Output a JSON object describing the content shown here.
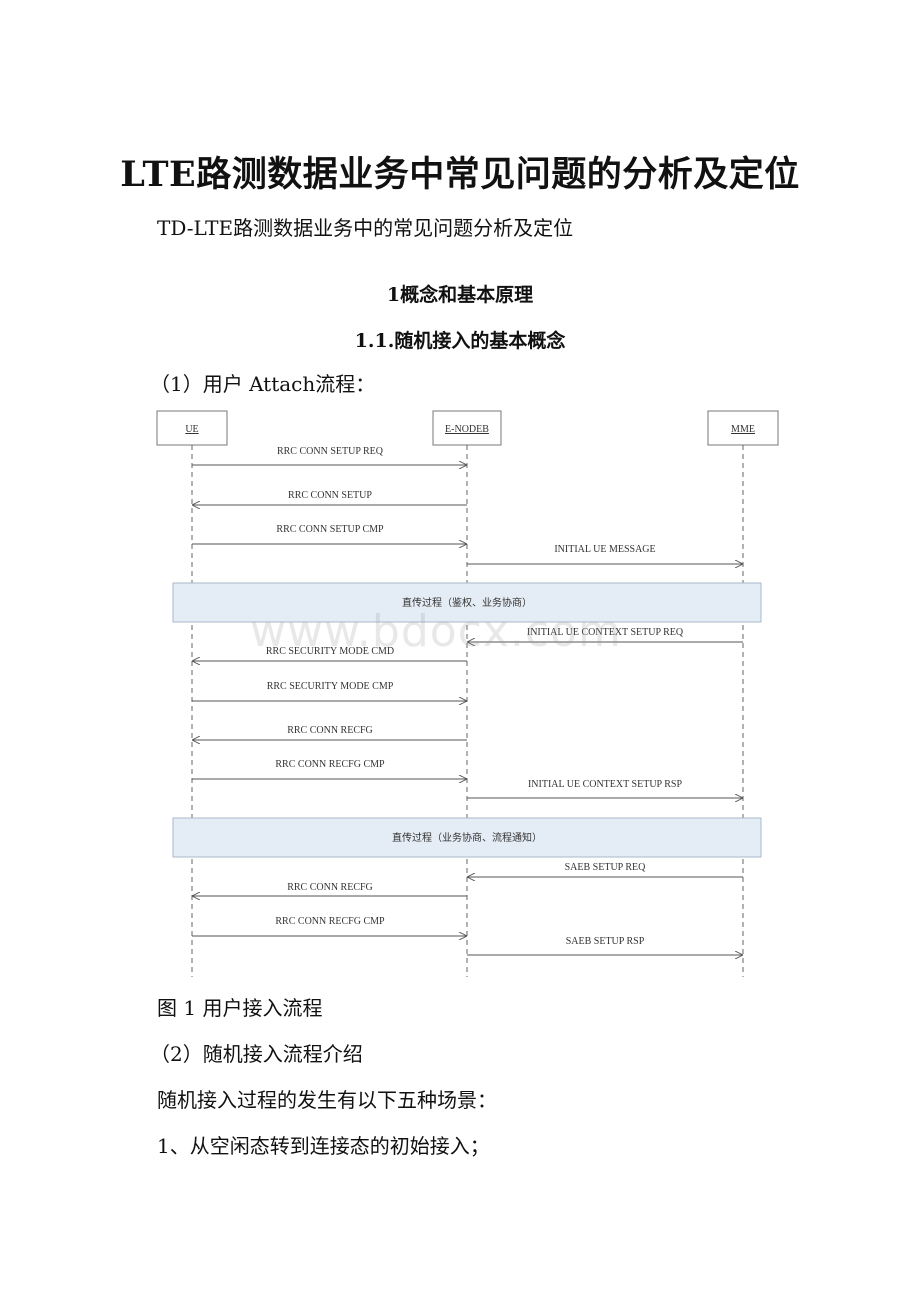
{
  "title": "LTE路测数据业务中常见问题的分析及定位",
  "subtitle": "TD-LTE路测数据业务中的常见问题分析及定位",
  "section1": "1概念和基本原理",
  "section1_1": "1.1.随机接入的基本概念",
  "attach_heading": "（1）用户 Attach流程：",
  "diagram": {
    "entities": [
      "UE",
      "E-NODEB",
      "MME"
    ],
    "messages": [
      "RRC CONN SETUP REQ",
      "RRC CONN SETUP",
      "RRC CONN SETUP CMP",
      "INITIAL UE MESSAGE",
      "INITIAL UE CONTEXT SETUP  REQ",
      "RRC SECURITY MODE CMD",
      "RRC SECURITY MODE CMP",
      "RRC CONN RECFG",
      "RRC CONN RECFG CMP",
      "INITIAL UE CONTEXT SETUP RSP",
      "SAEB SETUP REQ",
      "RRC CONN RECFG",
      "RRC CONN RECFG CMP",
      "SAEB SETUP RSP"
    ],
    "bands": [
      "直传过程（鉴权、业务协商）",
      "直传过程（业务协商、流程通知）"
    ]
  },
  "watermark": "www.bdocx.com",
  "figure_caption": "图 1 用户接入流程",
  "intro_heading": "（2）随机接入流程介绍",
  "scenarios_text": "随机接入过程的发生有以下五种场景：",
  "item1": "1、从空闲态转到连接态的初始接入；"
}
